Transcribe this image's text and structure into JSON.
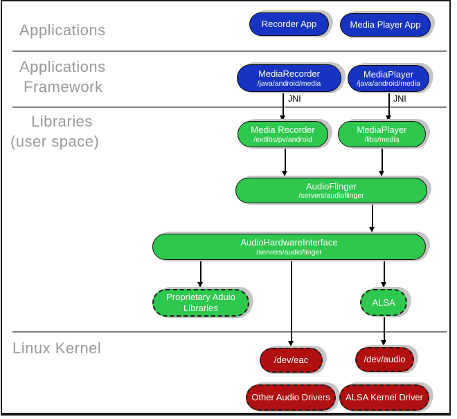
{
  "layers": {
    "applications": "Applications",
    "framework_line1": "Applications",
    "framework_line2": "Framework",
    "libraries_line1": "Libraries",
    "libraries_line2": "(user space)",
    "linux_kernel": "Linux Kernel"
  },
  "nodes": {
    "recorder_app": {
      "label": "Recorder App"
    },
    "media_player_app": {
      "label": "Media Player App"
    },
    "media_recorder_fw": {
      "label": "MediaRecorder",
      "sublabel": "/java/android/media"
    },
    "media_player_fw": {
      "label": "MediaPlayer",
      "sublabel": "/java/android/media"
    },
    "media_recorder_lib": {
      "label": "Media Recorder",
      "sublabel": "/extlibs/pv/android"
    },
    "media_player_lib": {
      "label": "MediaPlayer",
      "sublabel": "/libs/media"
    },
    "audioflinger": {
      "label": "AudioFlinger",
      "sublabel": "/servers/audioflinger"
    },
    "audio_hardware_interface": {
      "label": "AudioHardwareInterface",
      "sublabel": "/servers/audioflinger"
    },
    "proprietary_audio_libraries": {
      "label": "Proprietary Aduio",
      "label2": "Libraries"
    },
    "alsa": {
      "label": "ALSA"
    },
    "dev_eac": {
      "label": "/dev/eac"
    },
    "dev_audio": {
      "label": "/dev/audio"
    },
    "other_audio_drivers": {
      "label": "Other Audio Drivers"
    },
    "alsa_kernel_driver": {
      "label": "ALSA Kernel Driver"
    }
  },
  "edges": {
    "jni_left": "JNI",
    "jni_right": "JNI"
  },
  "colors": {
    "app_blue": "#1733c1",
    "lib_green": "#2dc84d",
    "kernel_red": "#b11010",
    "label_gray": "#999999",
    "divider_gray": "#7f7f7f",
    "shadow_gray": "#c5c5c5"
  }
}
